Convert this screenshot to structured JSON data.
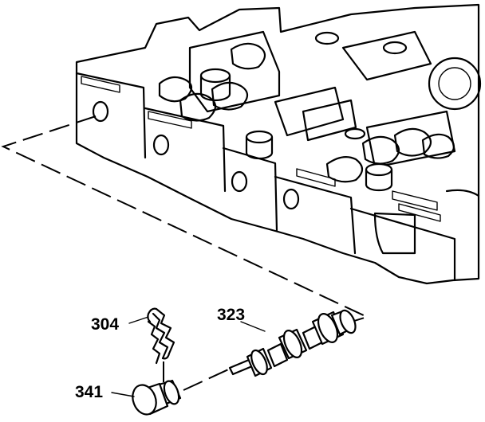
{
  "diagram": {
    "callouts": {
      "retainer_clip": "304",
      "valve_spool": "323",
      "bore_plug": "341"
    },
    "icons": [
      "valve-body-casting",
      "retainer-clip",
      "valve-spool",
      "bore-plug"
    ],
    "colors": {
      "ink": "#000000",
      "background": "#ffffff"
    }
  }
}
